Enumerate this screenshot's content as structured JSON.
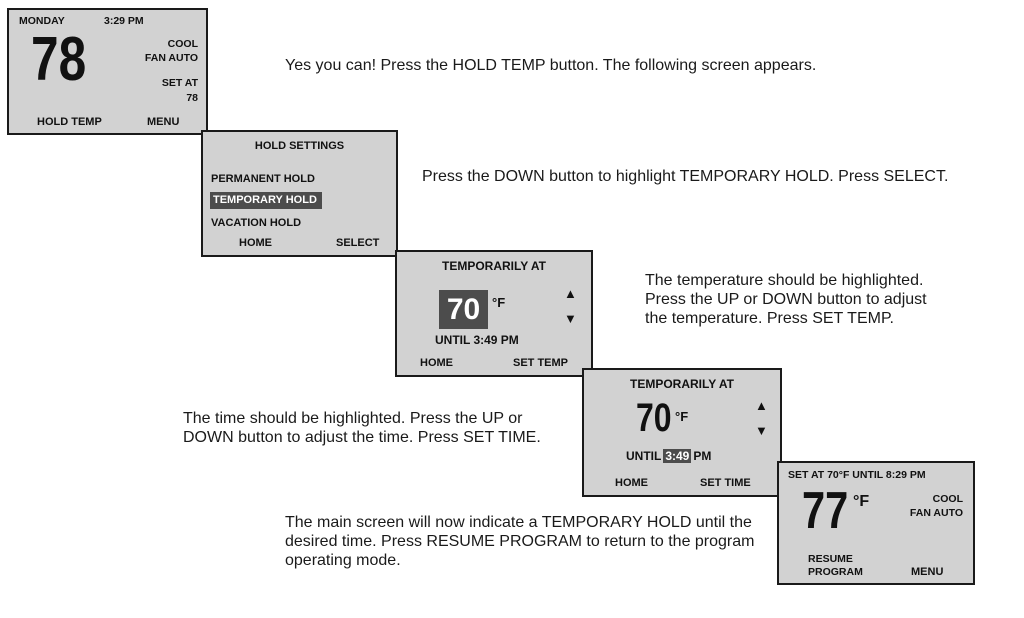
{
  "colors": {
    "page_bg": "#ffffff",
    "screen_bg": "#d2d2d2",
    "screen_border": "#1a1a1a",
    "highlight_bg": "#4c4c4c",
    "highlight_text": "#ffffff",
    "text": "#111111"
  },
  "icons": {
    "arrow_up": "▲",
    "arrow_down": "▼"
  },
  "instructions": {
    "step1": "Yes you can! Press the HOLD TEMP button. The following screen appears.",
    "step2": "Press the DOWN button to highlight TEMPORARY HOLD. Press SELECT.",
    "step3": "The temperature should be highlighted.\nPress the UP or DOWN button to adjust\nthe temperature. Press SET TEMP.",
    "step4": "The time should be highlighted. Press the UP or\nDOWN button to adjust the time. Press SET TIME.",
    "step5": "The main screen will now indicate a TEMPORARY HOLD until the\ndesired time. Press RESUME PROGRAM to return to the program\noperating mode."
  },
  "screen_main": {
    "day": "MONDAY",
    "time": "3:29 PM",
    "temperature": "78",
    "mode": "COOL",
    "fan": "FAN AUTO",
    "set_at_label": "SET AT",
    "set_at_value": "78",
    "left_button": "HOLD TEMP",
    "right_button": "MENU"
  },
  "screen_hold_settings": {
    "title": "HOLD SETTINGS",
    "options": [
      "PERMANENT HOLD",
      "TEMPORARY HOLD",
      "VACATION HOLD"
    ],
    "highlighted_option": "TEMPORARY HOLD",
    "left_button": "HOME",
    "right_button": "SELECT"
  },
  "screen_set_temp": {
    "title": "TEMPORARILY AT",
    "temperature": "70",
    "unit": "°F",
    "until_line": "UNTIL 3:49 PM",
    "left_button": "HOME",
    "right_button": "SET TEMP"
  },
  "screen_set_time": {
    "title": "TEMPORARILY AT",
    "temperature": "70",
    "unit": "°F",
    "until_label": "UNTIL",
    "until_time": "3:49",
    "until_period": "PM",
    "left_button": "HOME",
    "right_button": "SET TIME"
  },
  "screen_hold_active": {
    "status": "SET AT 70°F UNTIL 8:29 PM",
    "temperature": "77",
    "unit": "°F",
    "mode": "COOL",
    "fan": "FAN AUTO",
    "left_button": "RESUME\nPROGRAM",
    "right_button": "MENU"
  }
}
